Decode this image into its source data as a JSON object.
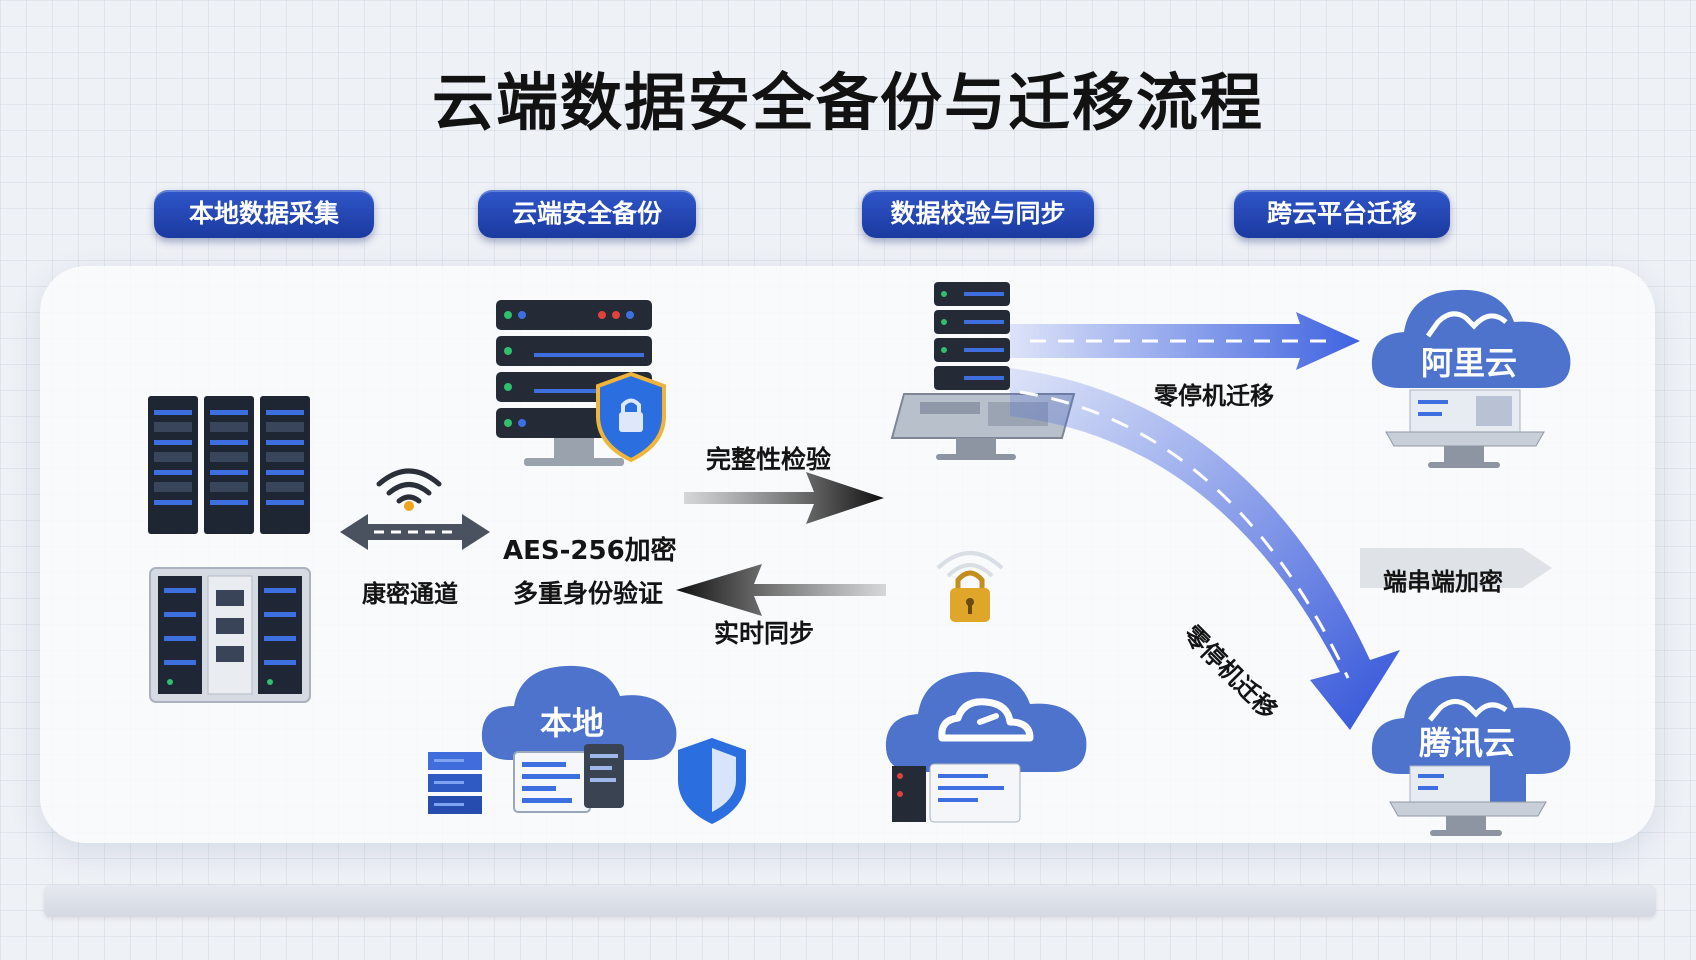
{
  "title": "云端数据安全备份与迁移流程",
  "stages": [
    {
      "label": "本地数据采集"
    },
    {
      "label": "云端安全备份"
    },
    {
      "label": "数据校验与同步"
    },
    {
      "label": "跨云平台迁移"
    }
  ],
  "labels": {
    "encrypted_channel": "康密通道",
    "aes": "AES-256加密",
    "mfa": "多重身份验证",
    "integrity": "完整性检验",
    "realtime_sync": "实时同步",
    "local_cloud": "本地",
    "zero_downtime_top": "零停机迁移",
    "zero_downtime_curve": "零停机迁移",
    "e2e_encryption": "端串端加密",
    "aliyun": "阿里云",
    "tencent": "腾讯云"
  },
  "colors": {
    "pill": "#1f3fa8",
    "cloud": "#4d73cc",
    "arrow_blue": "#3f63e0",
    "shield": "#2a6ee0",
    "lock": "#e0a62a"
  }
}
